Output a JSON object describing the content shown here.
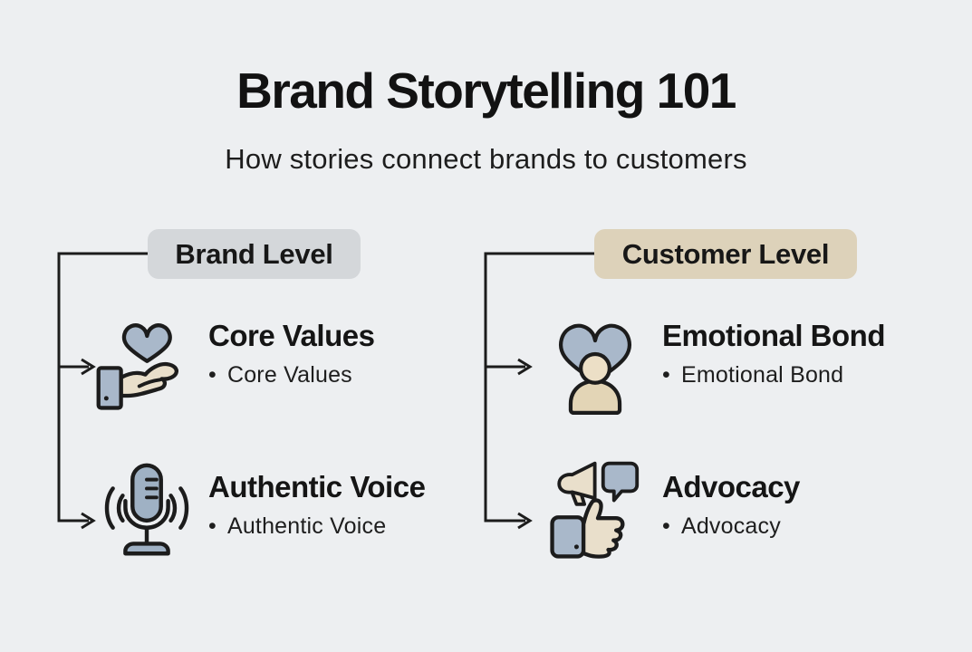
{
  "title": "Brand Storytelling 101",
  "subtitle": "How stories connect brands to customers",
  "bullet_char": "•",
  "columns": {
    "brand": {
      "label": "Brand Level",
      "items": [
        {
          "title": "Core Values",
          "bullet": "Core Values",
          "icon": "heart-in-hand-icon"
        },
        {
          "title": "Authentic Voice",
          "bullet": "Authentic Voice",
          "icon": "microphone-icon"
        }
      ]
    },
    "customer": {
      "label": "Customer Level",
      "items": [
        {
          "title": "Emotional Bond",
          "bullet": "Emotional Bond",
          "icon": "heart-person-icon"
        },
        {
          "title": "Advocacy",
          "bullet": "Advocacy",
          "icon": "advocacy-icon"
        }
      ]
    }
  },
  "colors": {
    "background": "#edeff1",
    "text": "#161616",
    "outline": "#1c1c1c",
    "badge_brand": "#d4d7da",
    "badge_customer": "#ddd2ba",
    "icon_blue": "#a9b8ca",
    "icon_blue_dark": "#9db0c3",
    "icon_tan": "#e9dfcb",
    "icon_tan_dark": "#e3d5b6"
  }
}
